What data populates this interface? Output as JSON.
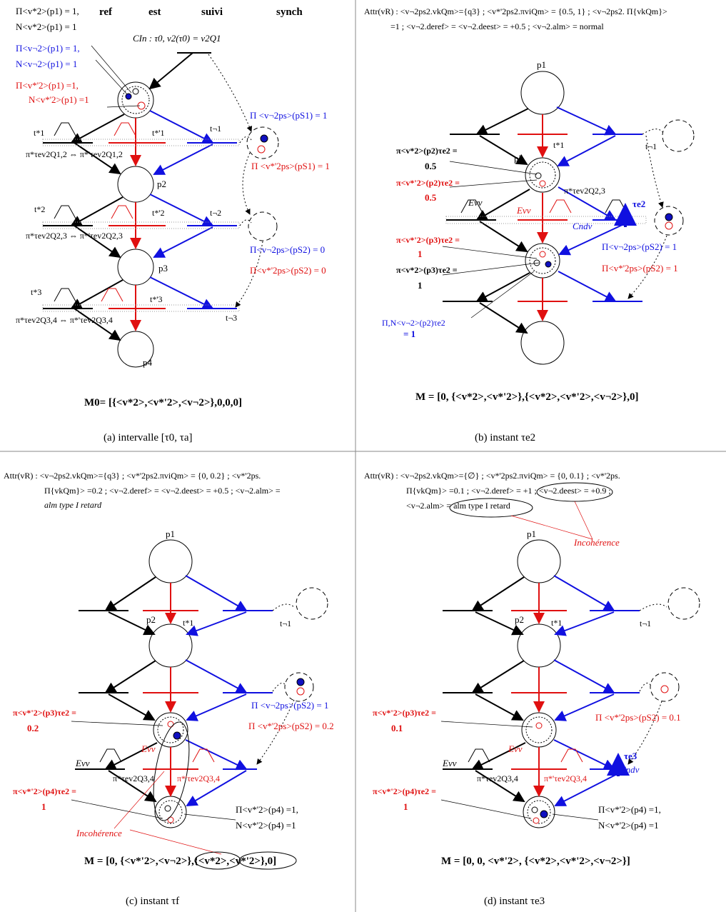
{
  "panel_a": {
    "headers": [
      "ref",
      "est",
      "suivi",
      "synch"
    ],
    "top_left": [
      "Π<v*2>(p1) = 1,",
      "N<v*2>(p1) = 1",
      "Π<v¬2>(p1) = 1,",
      "N<v¬2>(p1) = 1",
      "Π<v*'2>(p1) =1,",
      "N<v*'2>(p1) =1"
    ],
    "cin": "CIn : τ0, v2(τ0) = v2Q1",
    "transitions": [
      "t*1",
      "t*'1",
      "t¬1",
      "t*2",
      "t*'2",
      "t¬2",
      "t*3",
      "t*'3",
      "t¬3"
    ],
    "pi_links": [
      "π*τev2Q1,2 ⇔ π*'τev2Q1,2",
      "π*τev2Q2,3 ⇔ π*'τev2Q2,3",
      "π*τev2Q3,4 ⇔ π*'τev2Q3,4"
    ],
    "places": [
      "p2",
      "p3",
      "p4"
    ],
    "right_labels": [
      "Π <v¬2ps>(pS1) = 1",
      "Π <v*'2ps>(pS1) = 1",
      "Π<v¬2ps>(pS2) = 0",
      "Π<v*'2ps>(pS2) = 0"
    ],
    "marking": "M0= [{<v*2>,<v*'2>,<v¬2>},0,0,0]",
    "caption": "(a)   intervalle [τ0, τa]"
  },
  "panel_b": {
    "attr_line1": "Attr(vR) : <v¬2ps2.vkQm>={q3} ; <v*'2ps2.πviQm> = {0.5, 1} ; <v¬2ps2. Π{vkQm}>",
    "attr_line2": "=1 ; <v¬2.deref> = <v¬2.deest> = +0.5 ; <v¬2.alm> = normal",
    "places": [
      "p1",
      "p2"
    ],
    "transitions": [
      "t*1",
      "t¬1"
    ],
    "left_labels": [
      "π<v*2>(p2)τe2 =",
      "0.5",
      "π<v*'2>(p2)τe2 =",
      "0.5",
      "π<v*'2>(p3)τe2 =",
      "1",
      "π<v*2>(p3)τe2 =",
      "1",
      "Π,N<v¬2>(p2)τe2",
      "= 1"
    ],
    "ev_black": "Evv",
    "ev_red": "Evv",
    "pi_trans": "π*τev2Q2,3",
    "te2": "τe2",
    "cnd": "Cndv",
    "right_labels": [
      "Π<v¬2ps>(pS2) = 1",
      "Π<v*'2ps>(pS2) = 1"
    ],
    "marking": "M = [0, {<v*2>,<v*'2>},{<v*2>,<v*'2>,<v¬2>},0]",
    "caption": "(b)   instant τe2"
  },
  "panel_c": {
    "attr_line1": "Attr(vR) : <v¬2ps2.vkQm>={q3} ; <v*'2ps2.πviQm> = {0, 0.2} ; <v*'2ps.",
    "attr_line2": "Π{vkQm}> =0.2 ; <v¬2.deref> = <v¬2.deest> = +0.5 ; <v¬2.alm> =",
    "attr_line3": "alm type I retard",
    "places": [
      "p1",
      "p2"
    ],
    "transitions": [
      "t*1",
      "t¬1"
    ],
    "left_labels": [
      "π<v*'2>(p3)τe2 =",
      "0.2",
      "π<v*'2>(p4)τe2 =",
      "1"
    ],
    "ev_black": "Evv",
    "ev_red": "Evv",
    "pi_black": "π*τev2Q3,4",
    "pi_red": "π*'τev2Q3,4",
    "right_labels": [
      "Π <v¬2ps>(pS2) = 1",
      "Π <v*'2ps>(pS2) = 0.2",
      "Π<v*'2>(p4) =1,",
      "N<v*'2>(p4) =1"
    ],
    "incoherence": "Incohérence",
    "marking": "M = [0, {<v*'2>,<v¬2>},{<v*2>,<v*'2>},0]",
    "caption": "(c)   instant τf"
  },
  "panel_d": {
    "attr_line1": "Attr(vR) : <v¬2ps2.vkQm>={∅} ; <v*'2ps2.πviQm> = {0, 0.1} ; <v*'2ps.",
    "attr_line2": "Π{vkQm}> =0.1 ; <v¬2.deref> = +1 ; <v¬2.deest> = +0.9 ;",
    "attr_line3": "<v¬2.alm> = alm type I retard",
    "incoherence": "Incohérence",
    "places": [
      "p1",
      "p2"
    ],
    "transitions": [
      "t*1",
      "t¬1"
    ],
    "left_labels": [
      "π<v*'2>(p3)τe2 =",
      "0.1",
      "π<v*'2>(p4)τe2 =",
      "1"
    ],
    "ev_black": "Evv",
    "ev_red": "Evv",
    "pi_black": "π*τev2Q3,4",
    "pi_red": "π*'τev2Q3,4",
    "te3": "τe3",
    "cnd": "Cndv",
    "right_labels": [
      "Π <v*'2ps>(pS2) = 0.1",
      "Π<v*'2>(p4) =1,",
      "N<v*'2>(p4) =1"
    ],
    "marking": "M = [0, 0, <v*'2>, {<v*2>,<v*'2>,<v¬2>}]",
    "caption": "(d)   instant τe3"
  }
}
